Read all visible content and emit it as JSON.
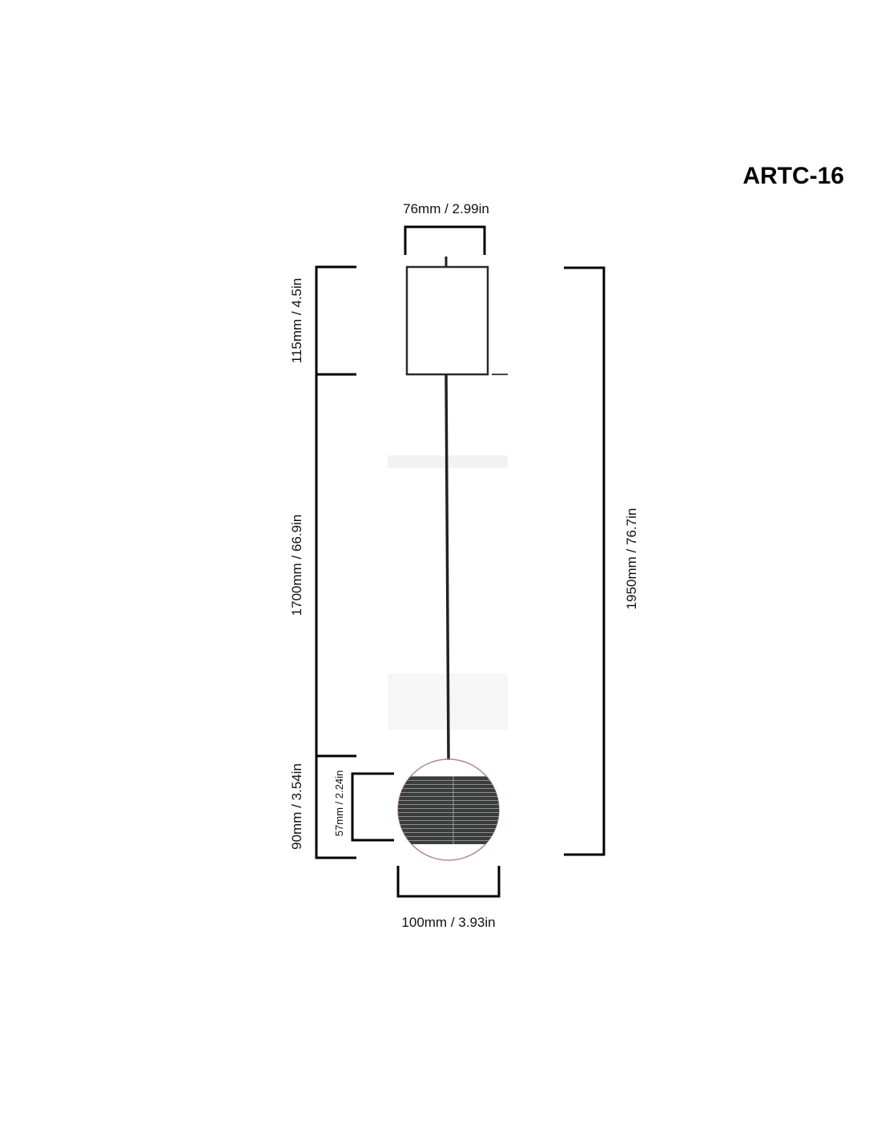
{
  "title": "ARTC-16",
  "dimensions": {
    "canopy_width": "76mm / 2.99in",
    "canopy_height": "115mm / 4.5in",
    "cord_length": "1700mm / 66.9in",
    "shade_height": "90mm / 3.54in",
    "shade_band_height": "57mm / 2.24in",
    "total_height": "1950mm / 76.7in",
    "shade_width": "100mm / 3.93in"
  },
  "colors": {
    "line": "#000000",
    "globe_outline": "#b58a92",
    "band": "#3a3d3b"
  }
}
